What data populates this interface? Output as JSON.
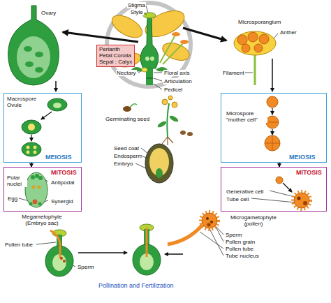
{
  "diagram": {
    "nodes": [
      {
        "text": [
          "Perianth",
          "Petal:Corolla",
          "Sepal : Calyx"
        ]
      },
      {
        "text": [
          "Macrospore Ovule",
          "MEIOSIS"
        ]
      },
      {
        "text": [
          "Microspore \"mother cell\"",
          "MEIOSIS"
        ]
      },
      {
        "text": [
          "MITOSIS",
          "Polar nuclei",
          "Antipodal",
          "Egg",
          "Synergid"
        ]
      },
      {
        "text": [
          "MITOSIS",
          "Generative cell",
          "Tube cell"
        ]
      }
    ],
    "edges": [
      {
        "from": 1,
        "to": 3,
        "arrow": "to"
      },
      {
        "from": 2,
        "to": 4,
        "arrow": "to"
      }
    ],
    "labels": [
      "Stigma",
      "Style",
      "Microsporangium",
      "Anther",
      "Ovary",
      "Filament",
      "Floral axis",
      "Nectary",
      "Articulation",
      "Pedicel",
      "Germinating seed",
      "Seed coat",
      "Endosperm",
      "Embryo",
      "Megametophyte (Embryo sac)",
      "Microgametophyte (pollen)",
      "Sperm",
      "Pollen grain",
      "Pollen tube",
      "Tube nucleus",
      "Pollen tube",
      "Sperm",
      "Pollination and Fertilization"
    ]
  }
}
